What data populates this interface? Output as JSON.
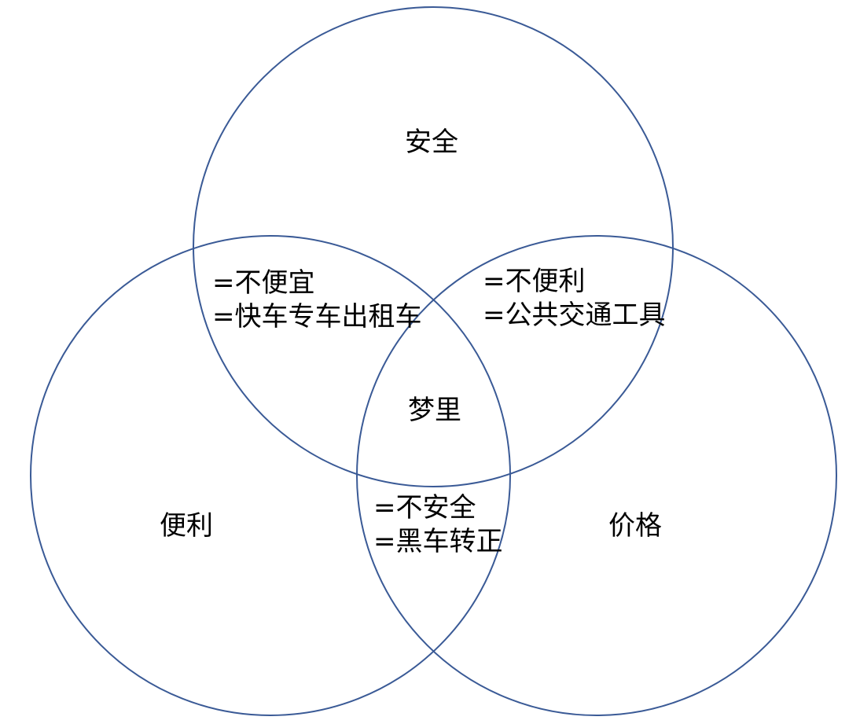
{
  "colors": {
    "circle_stroke": "#3a5a96",
    "background": "#ffffff",
    "text": "#000000"
  },
  "sets": {
    "safety": "安全",
    "convenience": "便利",
    "price": "价格"
  },
  "intersections": {
    "safety_convenience": {
      "line1": "=不便宜",
      "line2": "=快车专车出租车"
    },
    "safety_price": {
      "line1": "=不便利",
      "line2": "=公共交通工具"
    },
    "convenience_price": {
      "line1": "=不安全",
      "line2": "=黑车转正"
    },
    "center": "梦里"
  }
}
